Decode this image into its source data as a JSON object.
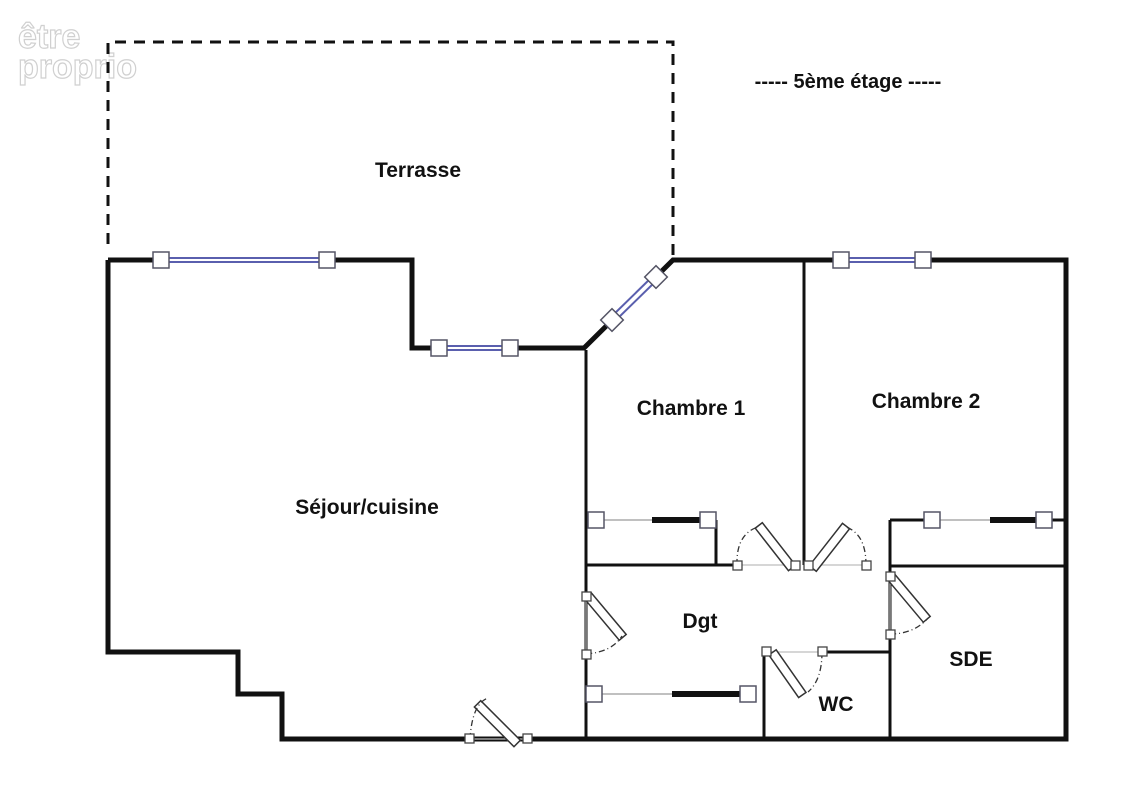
{
  "watermark": {
    "line1": "être",
    "line2": "proprio"
  },
  "floor_label": "----- 5ème étage -----",
  "rooms": {
    "terrace": "Terrasse",
    "living": "Séjour/cuisine",
    "bedroom1": "Chambre 1",
    "bedroom2": "Chambre 2",
    "hallway": "Dgt",
    "toilet": "WC",
    "bathroom": "SDE"
  }
}
